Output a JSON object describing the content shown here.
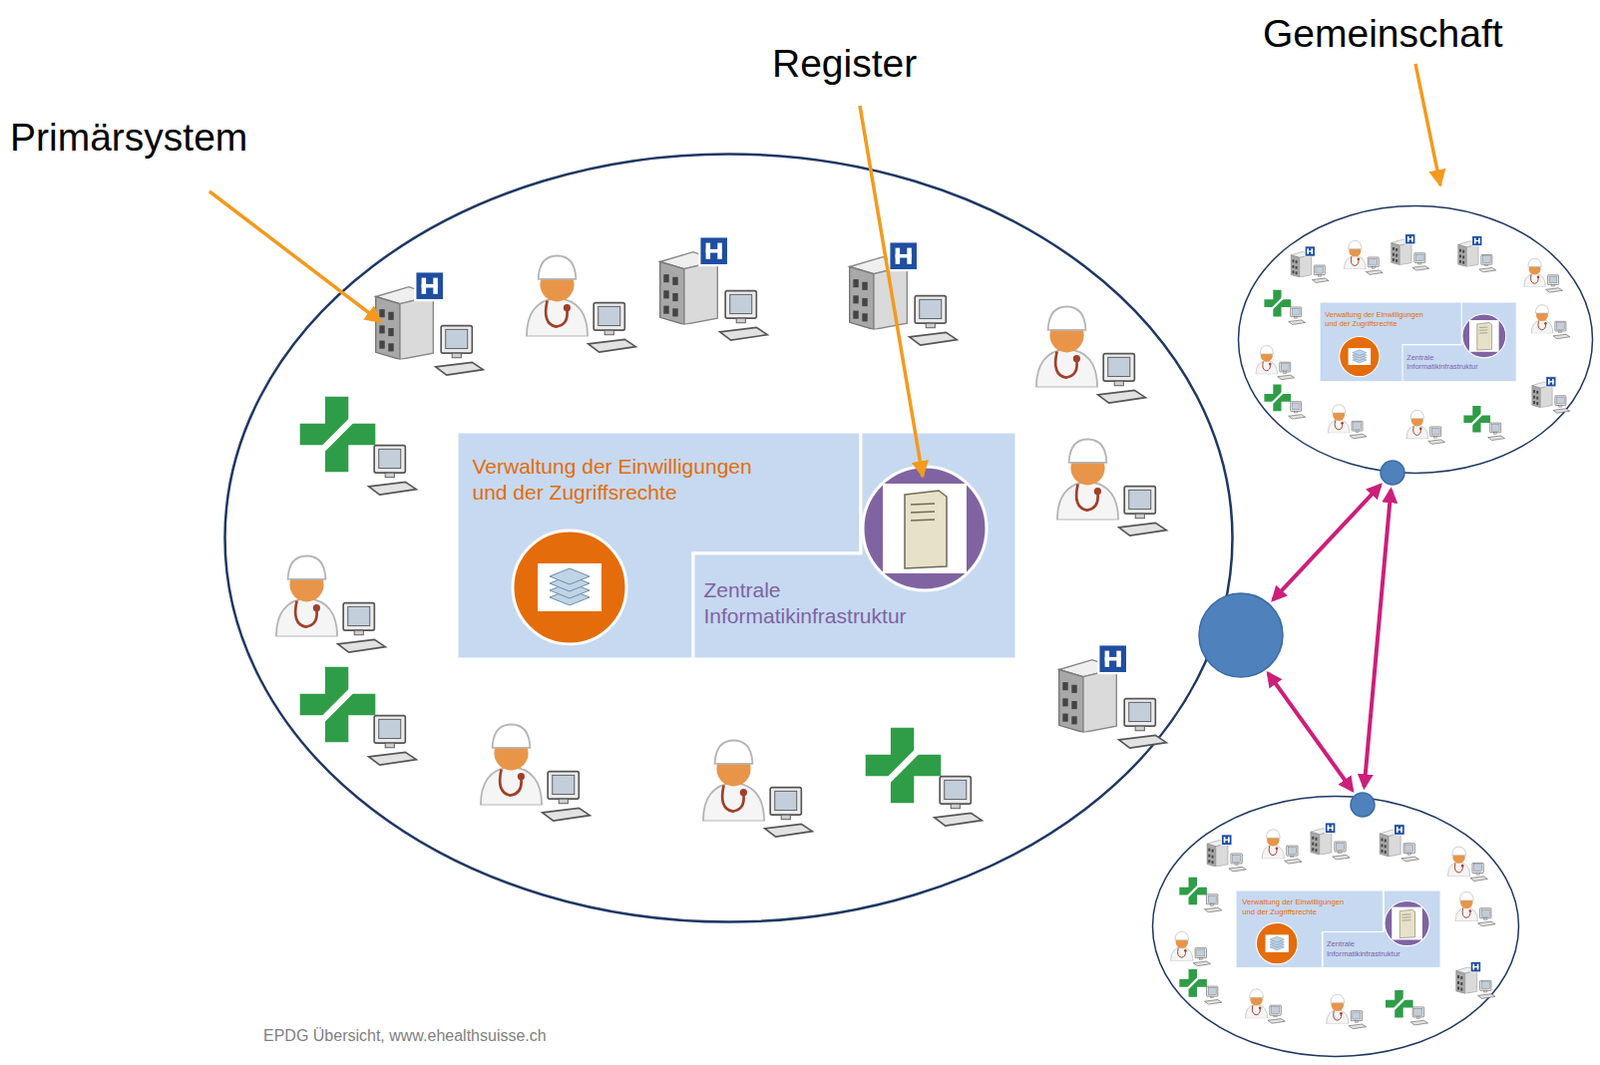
{
  "diagram": {
    "nodes": [
      {
        "text": []
      },
      {
        "text": [
          "Verwaltung der Einwilligungen und der Zugriffsrechte"
        ],
        "in": 0
      },
      {
        "text": [
          "Zentrale Informatikinfrastruktur"
        ],
        "in": 0
      },
      {
        "text": [
          "Gemeinschaft"
        ]
      },
      {
        "text": [
          "Verwaltung der Einwilligungen und der Zugriffsrechte"
        ],
        "in": 3
      },
      {
        "text": [
          "Zentrale Informatikinfrastruktur"
        ],
        "in": 3
      },
      {
        "text": []
      },
      {
        "text": [
          "Verwaltung der Einwilligungen und der Zugriffsrechte"
        ],
        "in": 6
      },
      {
        "text": [
          "Zentrale Informatikinfrastruktur"
        ],
        "in": 6
      }
    ],
    "edges": [
      {
        "from": 0,
        "to": 3,
        "arrow": "both"
      },
      {
        "from": 0,
        "to": 6,
        "arrow": "both"
      },
      {
        "from": 3,
        "to": 6,
        "arrow": "both"
      }
    ],
    "labels": [
      "Primärsystem",
      "Register",
      "EPDG Übersicht, www.ehealthsuisse.ch"
    ]
  }
}
